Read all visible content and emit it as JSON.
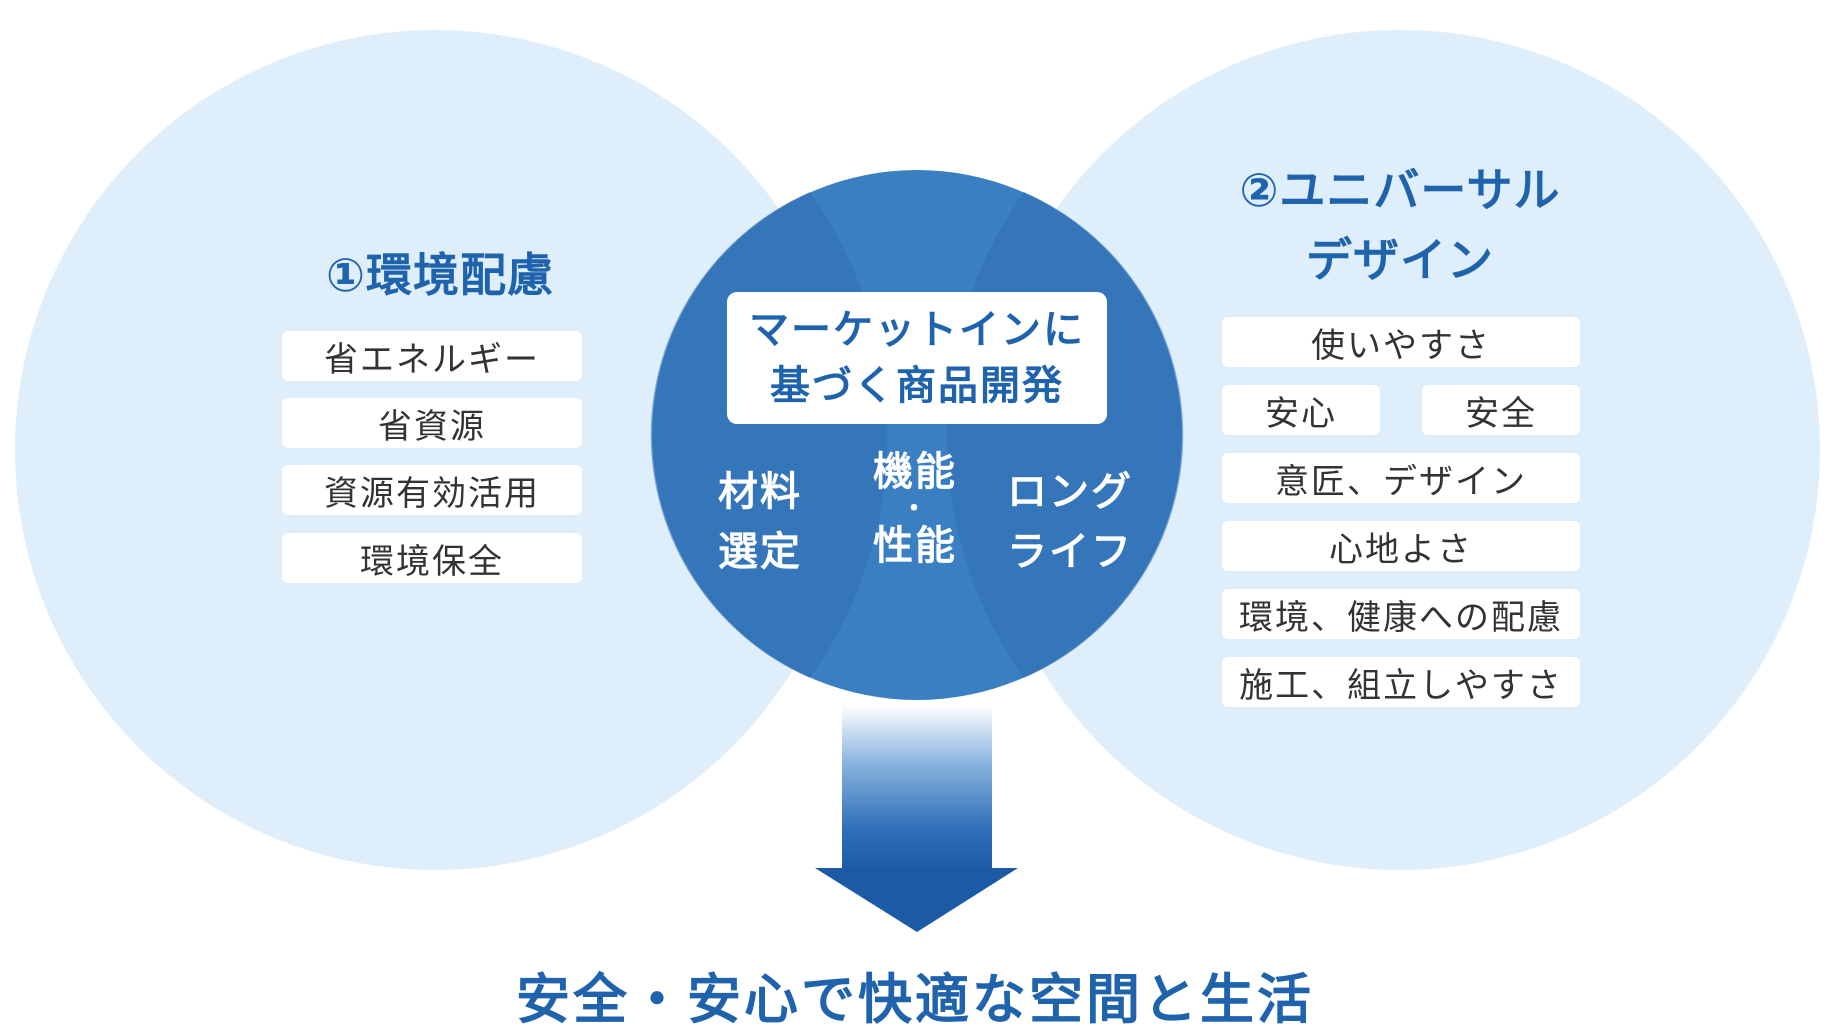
{
  "left": {
    "title": "①環境配慮",
    "items": [
      "省エネルギー",
      "省資源",
      "資源有効活用",
      "環境保全"
    ]
  },
  "right": {
    "title_line1": "②ユニバーサル",
    "title_line2": "デザイン",
    "items": [
      "使いやすさ",
      "安心",
      "安全",
      "意匠、デザイン",
      "心地よさ",
      "環境、健康への配慮",
      "施工、組立しやすさ"
    ]
  },
  "center": {
    "box_line1": "マーケットインに",
    "box_line2": "基づく商品開発",
    "col_left": [
      "材料",
      "選定"
    ],
    "col_mid": [
      "機能",
      "・",
      "性能"
    ],
    "col_right": [
      "ロング",
      "ライフ"
    ]
  },
  "result": "安全・安心で快適な空間と生活",
  "colors": {
    "light_circle": "#dfeefb",
    "center_circle": "#3a7fc1",
    "overlap": "#2f6fb2",
    "accent": "#1f63ad"
  }
}
